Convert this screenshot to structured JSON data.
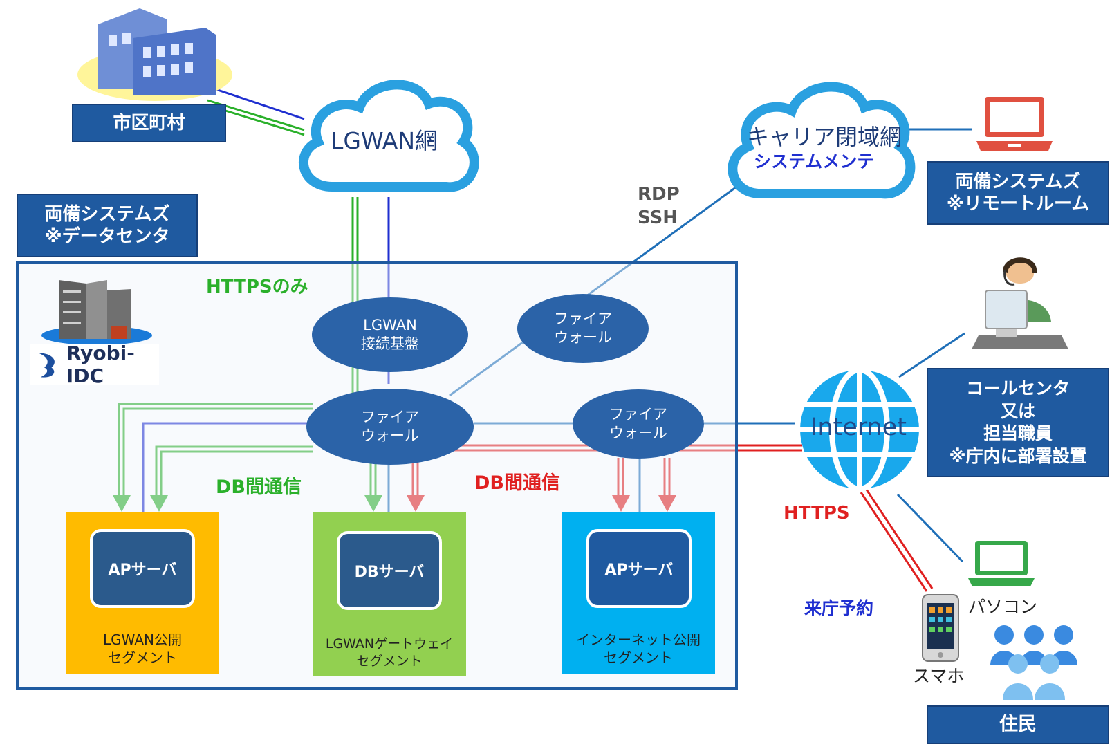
{
  "colors": {
    "navy": "#1f5aa0",
    "green": "#2bb02b",
    "red": "#e02020",
    "blue": "#1f4fd0",
    "cloud": "#2aa0e0"
  },
  "left_top": {
    "municipality": "市区町村"
  },
  "clouds": {
    "lgwan": "LGWAN網",
    "carrier": "キャリア閉域網",
    "carrier_sub": "システムメンテ"
  },
  "datacenter_label": {
    "line1": "両備システムズ",
    "line2": "※データセンタ"
  },
  "remote_room": {
    "line1": "両備システムズ",
    "line2": "※リモートルーム"
  },
  "call_center": {
    "line1": "コールセンタ",
    "line2": "又は",
    "line3": "担当職員",
    "line4": "※庁内に部署設置"
  },
  "residents": "住民",
  "logo_text": "Ryobi-IDC",
  "protocols": {
    "rdp": "RDP",
    "ssh": "SSH",
    "https_only": "HTTPSのみ",
    "https": "HTTPS",
    "reservation": "来庁予約"
  },
  "db_comm_green": "DB間通信",
  "db_comm_red": "DB間通信",
  "nodes": {
    "lgwan_base": {
      "line1": "LGWAN",
      "line2": "接続基盤"
    },
    "fw_top": {
      "line1": "ファイア",
      "line2": "ウォール"
    },
    "fw_center": {
      "line1": "ファイア",
      "line2": "ウォール"
    },
    "fw_right": {
      "line1": "ファイア",
      "line2": "ウォール"
    }
  },
  "internet": "Internet",
  "segments": [
    {
      "server": "APサーバ",
      "line1": "LGWAN公開",
      "line2": "セグメント"
    },
    {
      "server": "DBサーバ",
      "line1": "LGWANゲートウェイ",
      "line2": "セグメント"
    },
    {
      "server": "APサーバ",
      "line1": "インターネット公開",
      "line2": "セグメント"
    }
  ],
  "devices": {
    "pc": "パソコン",
    "phone": "スマホ"
  }
}
